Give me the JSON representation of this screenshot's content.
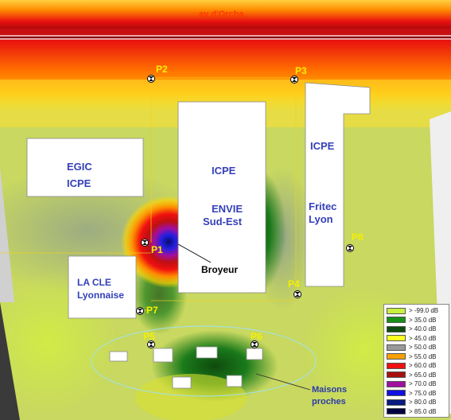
{
  "street": "av d'Orcha",
  "buildings": [
    {
      "id": "egic",
      "lines": [
        "EGIC",
        "ICPE"
      ]
    },
    {
      "id": "envie",
      "lines": [
        "ICPE",
        "ENVIE",
        "Sud-Est"
      ]
    },
    {
      "id": "fritec",
      "lines": [
        "ICPE",
        "Fritec",
        "Lyon"
      ]
    },
    {
      "id": "lacle",
      "lines": [
        "LA CLE",
        "Lyonnaise"
      ]
    }
  ],
  "points": [
    "P1",
    "P2",
    "P3",
    "P4",
    "P5",
    "P6",
    "P7",
    "P8"
  ],
  "annotations": {
    "broyeur": "Broyeur",
    "maisons_line1": "Maisons",
    "maisons_line2": "proches"
  },
  "legend": [
    {
      "label": "> -99.0 dB",
      "color": "#c8f040"
    },
    {
      "label": ">  35.0 dB",
      "color": "#189018"
    },
    {
      "label": ">  40.0 dB",
      "color": "#104a10"
    },
    {
      "label": ">  45.0 dB",
      "color": "#ffff20"
    },
    {
      "label": ">  50.0 dB",
      "color": "#9a9a9a"
    },
    {
      "label": ">  55.0 dB",
      "color": "#f8a000"
    },
    {
      "label": ">  60.0 dB",
      "color": "#f01010"
    },
    {
      "label": ">  65.0 dB",
      "color": "#a81010"
    },
    {
      "label": ">  70.0 dB",
      "color": "#a010a0"
    },
    {
      "label": ">  75.0 dB",
      "color": "#1010e0"
    },
    {
      "label": ">  80.0 dB",
      "color": "#0a1a80"
    },
    {
      "label": ">  85.0 dB",
      "color": "#000040"
    }
  ]
}
